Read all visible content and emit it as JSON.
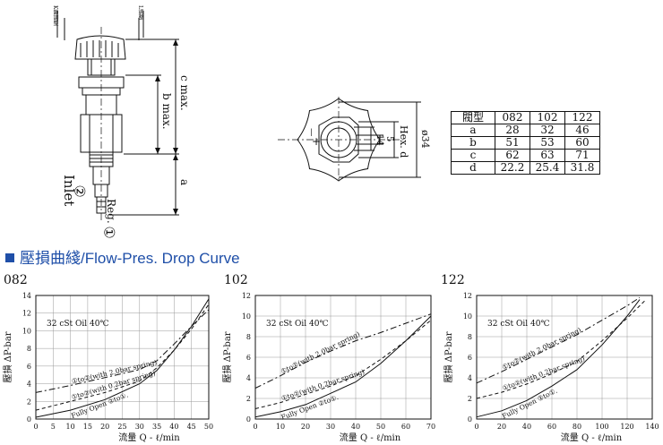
{
  "valve": {
    "labels": {
      "k_adjust": "K鎖調整",
      "l_adjust": "L調整",
      "c_max": "c max.",
      "b_max": "b max.",
      "a": "a",
      "inlet": "Inlet",
      "inlet_no": "②",
      "reg": "Reg.",
      "reg_no": "①"
    }
  },
  "top_view": {
    "labels": {
      "hex": "Hex. d",
      "dia": "ø34",
      "d14": "14",
      "d5": "5"
    }
  },
  "dim_table": {
    "header": [
      "閥型",
      "082",
      "102",
      "122"
    ],
    "rows": [
      [
        "a",
        "28",
        "32",
        "46"
      ],
      [
        "b",
        "51",
        "53",
        "60"
      ],
      [
        "c",
        "62",
        "63",
        "71"
      ],
      [
        "d",
        "22.2",
        "25.4",
        "31.8"
      ]
    ]
  },
  "section": {
    "title": "壓損曲綫/Flow-Pres. Drop Curve"
  },
  "colors": {
    "accent": "#1f4fa8",
    "ink": "#111111"
  },
  "chart_data": [
    {
      "type": "line",
      "model": "082",
      "oil": "32 cSt Oil 40℃",
      "ylabel": "壓損 ΔP-bar",
      "xlabel": "流量 Q - ℓ/min",
      "xlim": [
        0,
        50
      ],
      "ylim": [
        0,
        14
      ],
      "xticks": [
        0,
        5,
        10,
        15,
        20,
        25,
        30,
        35,
        40,
        45,
        50
      ],
      "yticks": [
        0,
        2,
        4,
        6,
        8,
        10,
        12,
        14
      ],
      "series": [
        {
          "name": "①to②(with 2.0bar spring)",
          "dash": "7 3 2 3",
          "points": [
            [
              0,
              3.0
            ],
            [
              10,
              3.8
            ],
            [
              20,
              4.7
            ],
            [
              30,
              5.6
            ],
            [
              35,
              6.6
            ],
            [
              40,
              8.5
            ],
            [
              45,
              10.5
            ],
            [
              50,
              12.4
            ]
          ]
        },
        {
          "name": "①to②(with 0.2bar spring)",
          "dash": "4 3",
          "points": [
            [
              0,
              1.0
            ],
            [
              10,
              2.0
            ],
            [
              20,
              3.0
            ],
            [
              30,
              4.3
            ],
            [
              35,
              5.8
            ],
            [
              40,
              7.8
            ],
            [
              45,
              10.2
            ],
            [
              50,
              13.0
            ]
          ]
        },
        {
          "name": "Fully Open ②to①.",
          "dash": "",
          "points": [
            [
              0,
              0.2
            ],
            [
              10,
              1.0
            ],
            [
              20,
              2.2
            ],
            [
              30,
              4.0
            ],
            [
              35,
              5.5
            ],
            [
              40,
              7.8
            ],
            [
              45,
              10.5
            ],
            [
              50,
              13.6
            ]
          ]
        }
      ]
    },
    {
      "type": "line",
      "model": "102",
      "oil": "32 cSt Oil 40℃",
      "ylabel": "壓損 ΔP-bar",
      "xlabel": "流量 Q - ℓ/min",
      "xlim": [
        0,
        70
      ],
      "ylim": [
        0,
        12
      ],
      "xticks": [
        0,
        10,
        20,
        30,
        40,
        50,
        60,
        70
      ],
      "yticks": [
        0,
        2,
        4,
        6,
        8,
        10,
        12
      ],
      "series": [
        {
          "name": "①to②(with 2.0bar spring)",
          "dash": "7 3 2 3",
          "points": [
            [
              0,
              3.0
            ],
            [
              10,
              4.2
            ],
            [
              20,
              5.5
            ],
            [
              30,
              6.6
            ],
            [
              40,
              7.6
            ],
            [
              50,
              8.4
            ],
            [
              60,
              9.3
            ],
            [
              70,
              10.2
            ]
          ]
        },
        {
          "name": "①to②(with 0.2bar spring)",
          "dash": "4 3",
          "points": [
            [
              0,
              1.0
            ],
            [
              10,
              1.6
            ],
            [
              20,
              2.4
            ],
            [
              30,
              3.2
            ],
            [
              40,
              4.2
            ],
            [
              50,
              5.8
            ],
            [
              60,
              7.6
            ],
            [
              70,
              9.6
            ]
          ]
        },
        {
          "name": "Fully Open ②to①.",
          "dash": "",
          "points": [
            [
              0,
              0.2
            ],
            [
              10,
              0.7
            ],
            [
              20,
              1.4
            ],
            [
              30,
              2.5
            ],
            [
              40,
              3.6
            ],
            [
              50,
              5.4
            ],
            [
              60,
              7.6
            ],
            [
              70,
              10.0
            ]
          ]
        }
      ]
    },
    {
      "type": "line",
      "model": "122",
      "oil": "32 cSt Oil 40℃",
      "ylabel": "壓損 ΔP-bar",
      "xlabel": "流量 Q - ℓ/min",
      "xlim": [
        0,
        140
      ],
      "ylim": [
        0,
        12
      ],
      "xticks": [
        0,
        20,
        40,
        60,
        80,
        100,
        120,
        140
      ],
      "yticks": [
        0,
        2,
        4,
        6,
        8,
        10,
        12
      ],
      "series": [
        {
          "name": "①to②(with 2.0bar spring)",
          "dash": "7 3 2 3",
          "points": [
            [
              0,
              3.5
            ],
            [
              20,
              4.6
            ],
            [
              40,
              5.8
            ],
            [
              60,
              7.0
            ],
            [
              80,
              8.2
            ],
            [
              100,
              9.6
            ],
            [
              120,
              11.0
            ],
            [
              130,
              11.8
            ]
          ]
        },
        {
          "name": "①to②(with 0.2bar spring)",
          "dash": "4 3",
          "points": [
            [
              0,
              2.0
            ],
            [
              20,
              2.6
            ],
            [
              40,
              3.4
            ],
            [
              60,
              4.4
            ],
            [
              80,
              5.6
            ],
            [
              100,
              7.6
            ],
            [
              120,
              9.8
            ],
            [
              135,
              11.6
            ]
          ]
        },
        {
          "name": "Fully Open ②to①.",
          "dash": "",
          "points": [
            [
              0,
              0.2
            ],
            [
              20,
              0.8
            ],
            [
              40,
              1.8
            ],
            [
              60,
              3.2
            ],
            [
              80,
              4.8
            ],
            [
              100,
              7.2
            ],
            [
              120,
              10.0
            ],
            [
              130,
              11.6
            ]
          ]
        }
      ]
    }
  ]
}
